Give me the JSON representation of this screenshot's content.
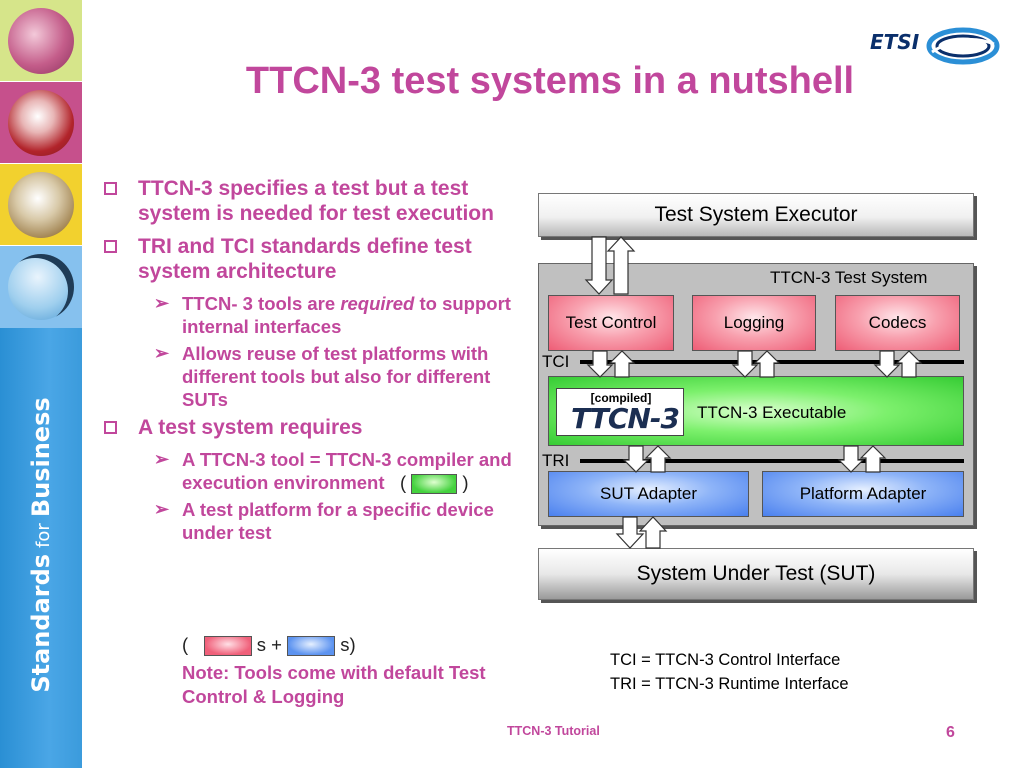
{
  "slide": {
    "title": "TTCN-3 test systems in a nutshell",
    "footer": "TTCN-3 Tutorial",
    "page_number": "6"
  },
  "logo": {
    "text": "ETSI"
  },
  "sidebar": {
    "word1": "Standards",
    "word2": "for",
    "word3": "Business"
  },
  "bullets": {
    "b1": "TTCN-3 specifies a test but a test system is needed for test execution",
    "b2": "TRI and TCI standards define test system architecture",
    "b2_s1_pre": "TTCN- 3 tools are ",
    "b2_s1_em": "required",
    "b2_s1_post": " to support internal interfaces",
    "b2_s2": "Allows reuse of test platforms with different tools but also for different SUTs",
    "b3": "A test system requires",
    "b3_s1": "A TTCN-3 tool = TTCN-3 compiler and execution environment",
    "b3_s2": "A test platform for a specific device under test",
    "paren_open": "(",
    "paren_close": ")",
    "platform_mid": "s +",
    "platform_end": "s)",
    "note": "Note: Tools come with default Test Control & Logging"
  },
  "diagram": {
    "executor": "Test System Executor",
    "system_label": "TTCN-3 Test System",
    "test_control": "Test Control",
    "logging": "Logging",
    "codecs": "Codecs",
    "tci": "TCI",
    "tri": "TRI",
    "compiled": "[compiled]",
    "ttcn_logo": "TTCN-3",
    "executable": "TTCN-3 Executable",
    "sut_adapter": "SUT Adapter",
    "platform_adapter": "Platform Adapter",
    "sut": "System Under Test (SUT)"
  },
  "legend": {
    "tci": "TCI = TTCN-3 Control Interface",
    "tri": "TRI = TTCN-3 Runtime Interface"
  },
  "colors": {
    "accent": "#c1479c",
    "sidebar": "#3b9bdc",
    "green": "#36cc34",
    "red": "#ee5d76",
    "blue": "#4a80ee"
  }
}
